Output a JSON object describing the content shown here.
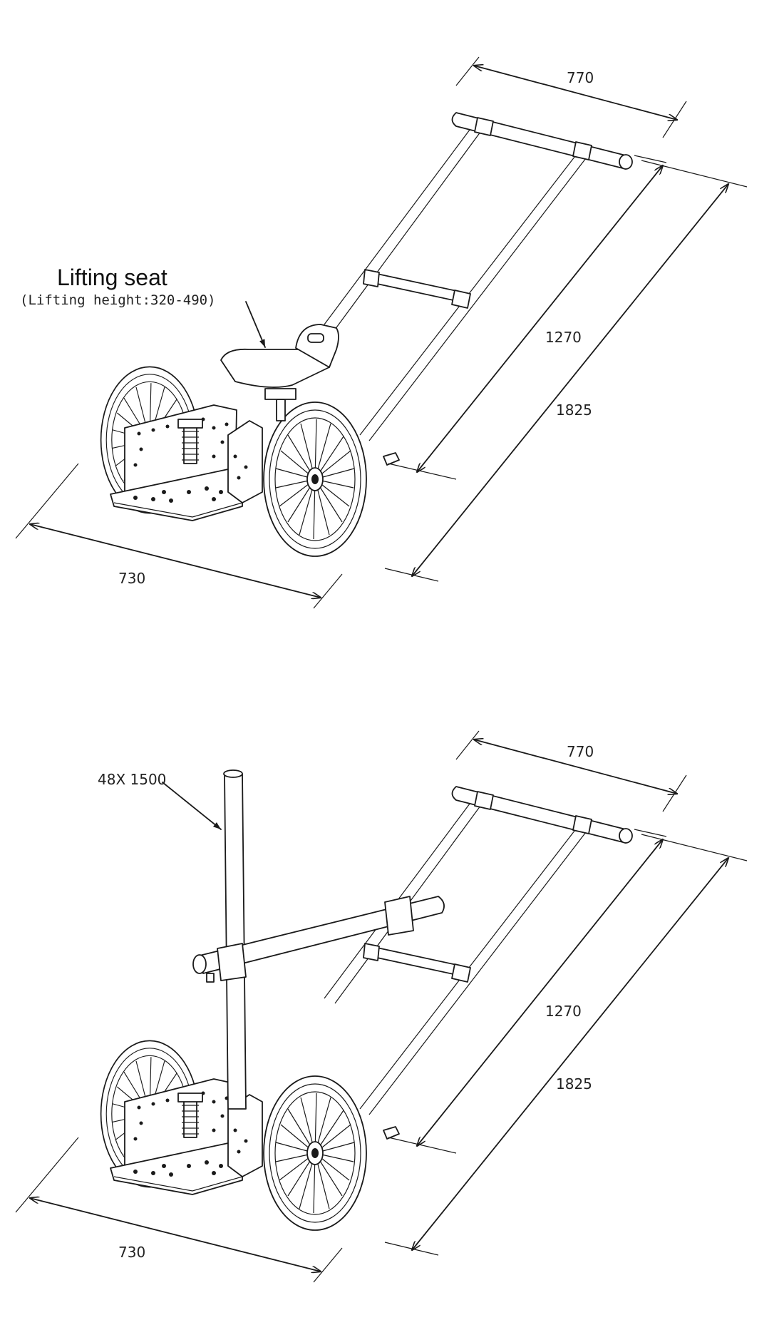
{
  "drawings": [
    {
      "dim_handle_width": "770",
      "dim_frame_length": "1270",
      "dim_overall_length": "1825",
      "dim_base_width": "730",
      "callout_title": "Lifting seat",
      "callout_subtitle": "(Lifting height:320-490)"
    },
    {
      "dim_handle_width": "770",
      "dim_frame_length": "1270",
      "dim_overall_length": "1825",
      "dim_base_width": "730",
      "callout_pole": "48X 1500"
    }
  ]
}
